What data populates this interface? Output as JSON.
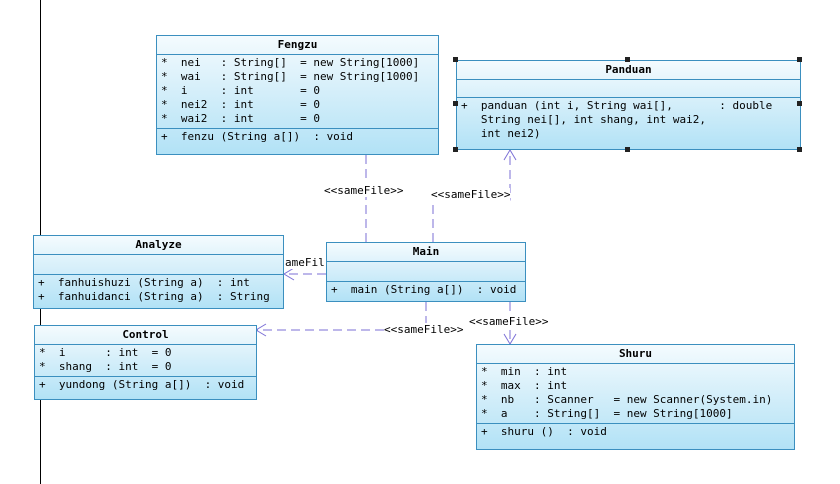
{
  "classes": {
    "fengzu": {
      "name": "Fengzu",
      "attributes": [
        "*  nei   : String[]  = new String[1000]",
        "*  wai   : String[]  = new String[1000]",
        "*  i     : int       = 0",
        "*  nei2  : int       = 0",
        "*  wai2  : int       = 0"
      ],
      "methods": [
        "+  fenzu (String a[])  : void"
      ]
    },
    "panduan": {
      "name": "Panduan",
      "attributes": [],
      "methods": [
        "+  panduan (int i, String wai[],       : double",
        "   String nei[], int shang, int wai2,",
        "   int nei2)"
      ]
    },
    "analyze": {
      "name": "Analyze",
      "attributes": [],
      "methods": [
        "+  fanhuishuzi (String a)  : int",
        "+  fanhuidanci (String a)  : String"
      ]
    },
    "main": {
      "name": "Main",
      "attributes": [],
      "methods": [
        "+  main (String a[])  : void"
      ]
    },
    "control": {
      "name": "Control",
      "attributes": [
        "*  i      : int  = 0",
        "*  shang  : int  = 0"
      ],
      "methods": [
        "+  yundong (String a[])  : void"
      ]
    },
    "shuru": {
      "name": "Shuru",
      "attributes": [
        "*  min  : int",
        "*  max  : int",
        "*  nb   : Scanner   = new Scanner(System.in)",
        "*  a    : String[]  = new String[1000]"
      ],
      "methods": [
        "+  shuru ()  : void"
      ]
    }
  },
  "dependencies": {
    "to_fengzu": "<<sameFile>>",
    "to_panduan": "<<sameFile>>",
    "to_analyze": "ameFil",
    "to_control": "<<sameFile>>",
    "to_shuru": "<<sameFile>>"
  },
  "colors": {
    "class_border": "#3b8fbf",
    "class_fill_top": "#f4fbfe",
    "class_fill_bottom": "#b2e2f6",
    "dependency_line": "#7b6fd6"
  }
}
